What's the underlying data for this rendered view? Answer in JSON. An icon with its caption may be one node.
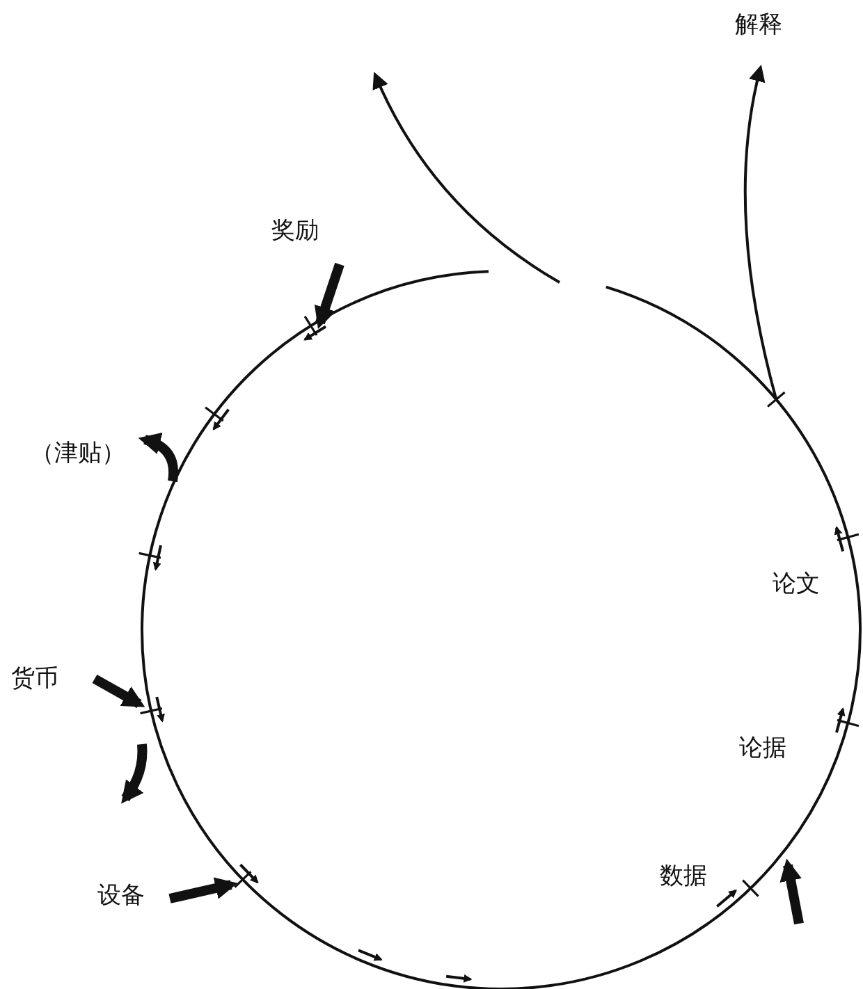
{
  "diagram": {
    "labels": [
      "解释",
      "奖励",
      "（津贴）",
      "货币",
      "设备",
      "论文",
      "论据",
      "数据"
    ]
  }
}
